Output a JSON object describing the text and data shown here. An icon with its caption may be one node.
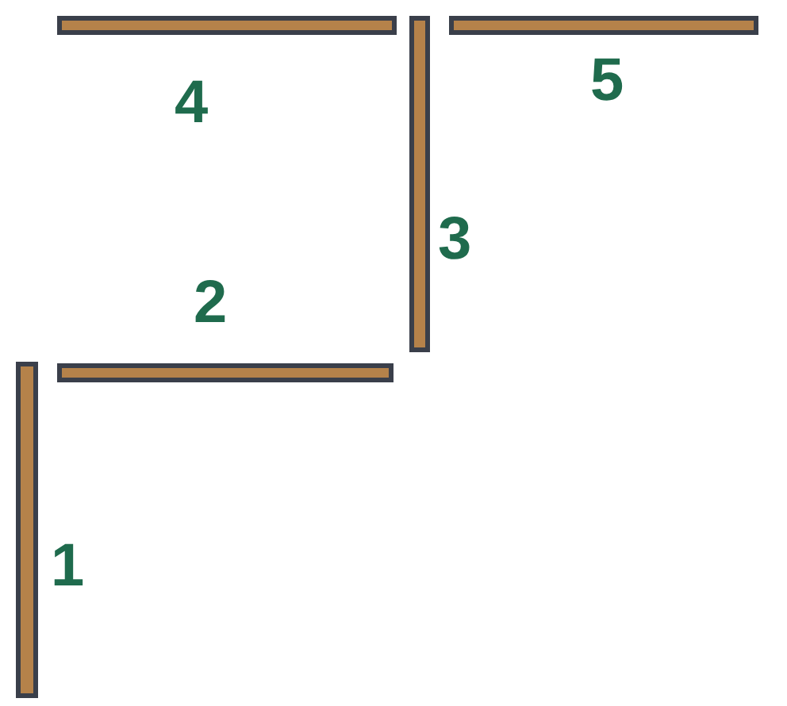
{
  "diagram": {
    "nodes": [
      {
        "text": [],
        "shape": "bar",
        "beside": [
          "4"
        ]
      },
      {
        "text": [],
        "shape": "bar",
        "beside": [
          "3"
        ]
      },
      {
        "text": [],
        "shape": "bar",
        "beside": [
          "5"
        ]
      },
      {
        "text": [],
        "shape": "bar",
        "beside": [
          "2"
        ]
      },
      {
        "text": [],
        "shape": "bar",
        "beside": [
          "1"
        ]
      }
    ]
  }
}
